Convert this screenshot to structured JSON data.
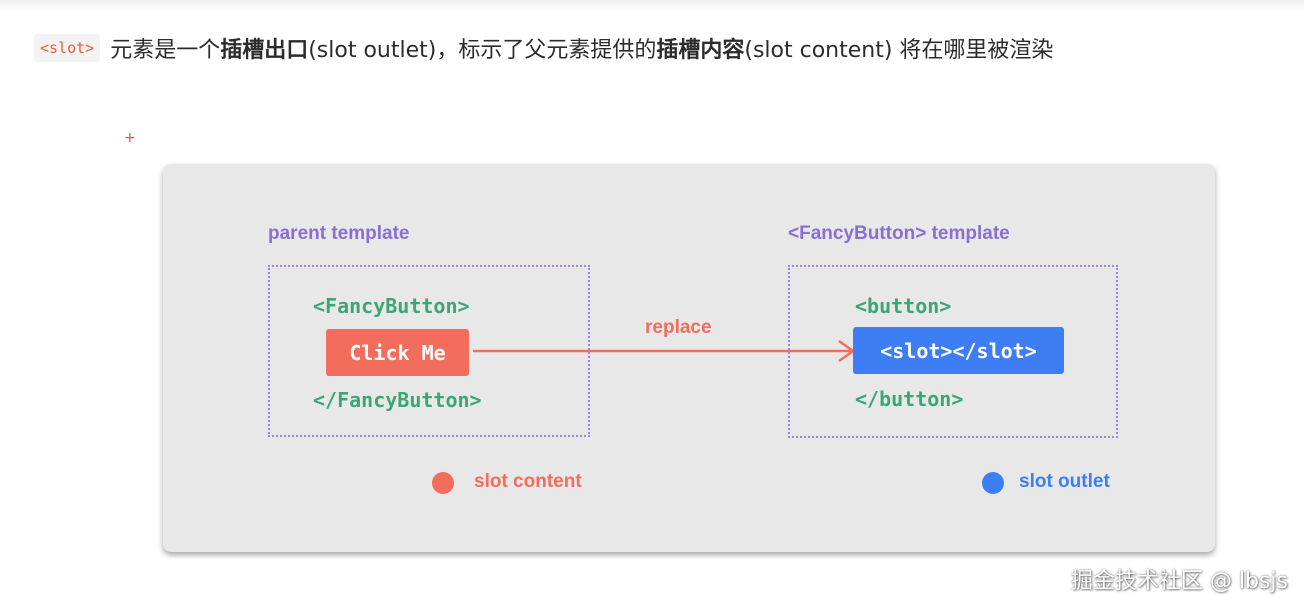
{
  "intro": {
    "code_tag": "<slot>",
    "part1": " 元素是一个",
    "bold1": "插槽出口",
    "part2": " (slot outlet)，标示了父元素提供的",
    "bold2": "插槽内容",
    "part3": " (slot content) 将在哪里被渲染"
  },
  "marker": "+",
  "diagram": {
    "parent": {
      "heading": "parent template",
      "open_tag": "<FancyButton>",
      "content": "Click Me",
      "close_tag": "</FancyButton>"
    },
    "arrow_label": "replace",
    "child": {
      "heading": "<FancyButton> template",
      "open_tag": "<button>",
      "slot": "<slot></slot>",
      "close_tag": "</button>"
    },
    "legend": [
      {
        "label": "slot content",
        "color": "#f36d5d"
      },
      {
        "label": "slot outlet",
        "color": "#3d7ef5"
      }
    ]
  },
  "colors": {
    "heading_purple": "#8a6fd1",
    "code_green": "#3aa776",
    "accent_red": "#f36d5d",
    "accent_blue": "#3d7ef5"
  },
  "watermark": "掘金技术社区 @ lbsjs"
}
